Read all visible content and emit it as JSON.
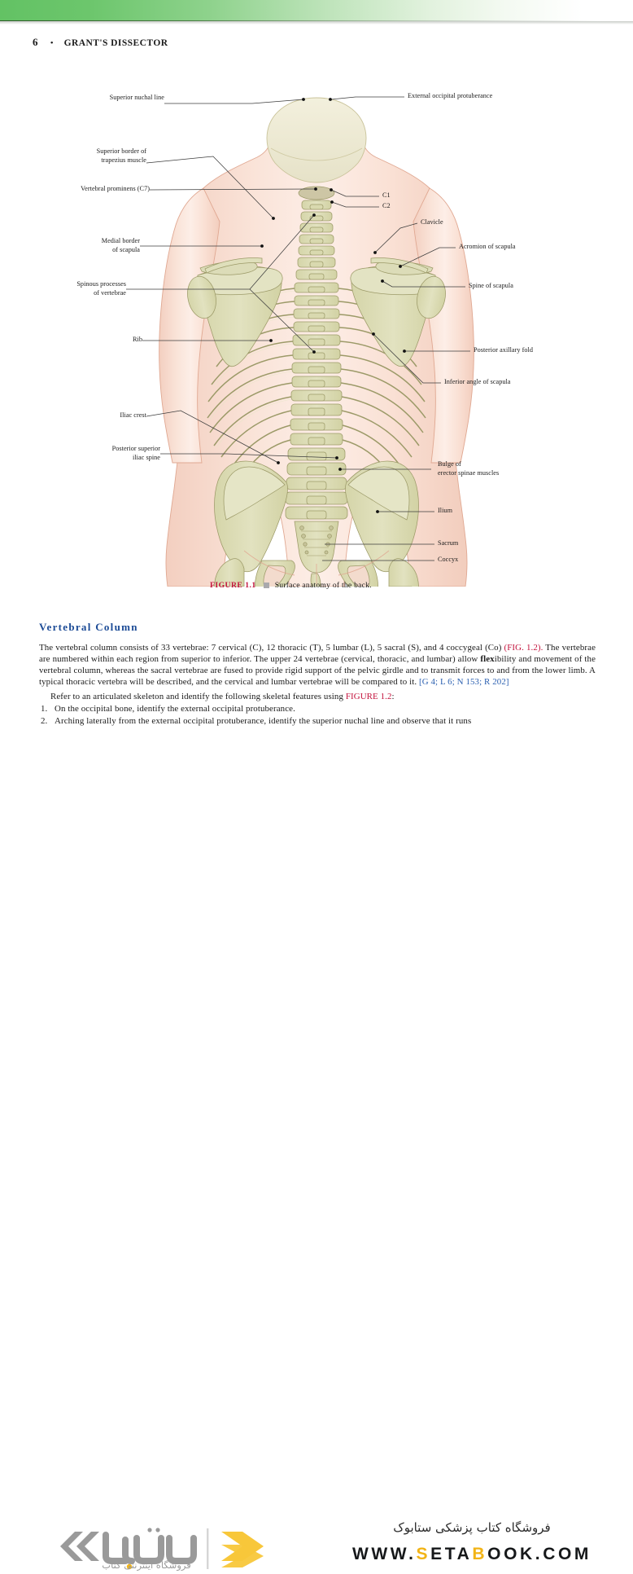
{
  "page": {
    "number": "6",
    "separator": "•",
    "book_title": "GRANT'S DISSECTOR"
  },
  "figure": {
    "caption_number": "FIGURE 1.1",
    "caption_text": "Surface anatomy of the back.",
    "labels_left": [
      {
        "id": "superior-nuchal-line",
        "text": "Superior nuchal line"
      },
      {
        "id": "superior-border-trapezius",
        "text": "Superior border of\ntrapezius muscle"
      },
      {
        "id": "vertebral-prominens-c7",
        "text": "Vertebral prominens (C7)"
      },
      {
        "id": "medial-border-scapula",
        "text": "Medial border\nof scapula"
      },
      {
        "id": "spinous-processes",
        "text": "Spinous processes\nof vertebrae"
      },
      {
        "id": "rib",
        "text": "Rib"
      },
      {
        "id": "iliac-crest",
        "text": "Iliac crest"
      },
      {
        "id": "posterior-superior-iliac-spine",
        "text": "Posterior superior\niliac spine"
      }
    ],
    "labels_right": [
      {
        "id": "external-occipital-protuberance",
        "text": "External occipital protuberance"
      },
      {
        "id": "c1",
        "text": "C1"
      },
      {
        "id": "c2",
        "text": "C2"
      },
      {
        "id": "clavicle",
        "text": "Clavicle"
      },
      {
        "id": "acromion-of-scapula",
        "text": "Acromion of scapula"
      },
      {
        "id": "spine-of-scapula",
        "text": "Spine of scapula"
      },
      {
        "id": "posterior-axillary-fold",
        "text": "Posterior axillary fold"
      },
      {
        "id": "inferior-angle-of-scapula",
        "text": "Inferior angle of scapula"
      },
      {
        "id": "bulge-erector-spinae",
        "text": "Bulge of\nerector spinae muscles"
      },
      {
        "id": "ilium",
        "text": "Ilium"
      },
      {
        "id": "sacrum",
        "text": "Sacrum"
      },
      {
        "id": "coccyx",
        "text": "Coccyx"
      }
    ]
  },
  "content": {
    "heading": "Vertebral Column",
    "para1_a": "The vertebral column consists of 33 vertebrae: 7 cervical (C), 12 thoracic (T), 5 lumbar (L), 5 sacral (S), and 4 coccygeal (Co) ",
    "para1_figref": "(FIG. 1.2).",
    "para1_b": " The vertebrae are numbered within each region from superior to inferior. The upper 24 vertebrae (cervical, thoracic, and lumbar) allow ",
    "para1_flex": "flex",
    "para1_c": "ibility and movement of the vertebral column, whereas the sacral vertebrae are fused to provide rigid support of the pelvic girdle and to transmit forces to and from the lower limb. A typical thoracic vertebra will be described, and the cervical and lumbar vertebrae will be compared to it. ",
    "para1_ref": "[G 4; L 6; N 153; R 202]",
    "refline_a": "Refer to an articulated skeleton and identify the following skeletal features using ",
    "refline_figref": "FIGURE 1.2",
    "refline_b": ":",
    "steps": [
      {
        "num": "1.",
        "text": "On the occipital bone, identify the external occipital protuberance."
      },
      {
        "num": "2.",
        "text": "Arching laterally from the external occipital protuberance, identify the superior nuchal line and observe that it runs"
      }
    ]
  },
  "footer": {
    "logo_wordmark": "ستابوک",
    "logo_tagline": "فروشگاه اینترنتی کتاب",
    "site_tagline": "فروشگاه کتاب پزشکی ستابوک",
    "site_url_parts": [
      {
        "t": "WWW.",
        "accent": false
      },
      {
        "t": "S",
        "accent": true
      },
      {
        "t": "ETA",
        "accent": false
      },
      {
        "t": "B",
        "accent": true
      },
      {
        "t": "OOK.COM",
        "accent": false
      }
    ]
  },
  "colors": {
    "band_green": "#63c264",
    "figure_red": "#c3123c",
    "heading_blue": "#1c4b96",
    "reference_blue": "#2a5fb0",
    "bone": "#dcdcb4",
    "skin": "#f7dace",
    "accent_yellow": "#f2b417"
  }
}
